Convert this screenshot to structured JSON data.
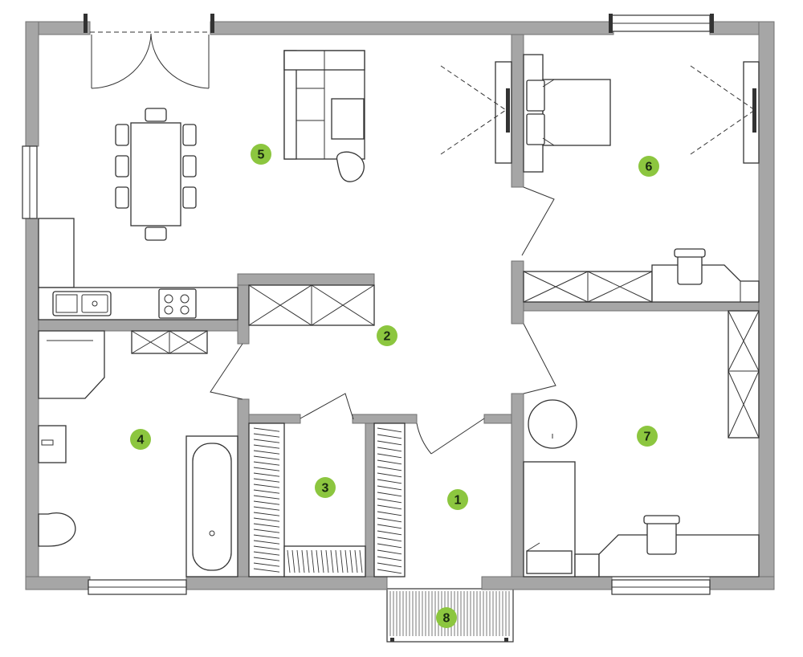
{
  "colors": {
    "wall": "#a6a6a6",
    "marker": "#8cc63f",
    "line": "#333333"
  },
  "rooms": [
    {
      "id": "1",
      "label": "1"
    },
    {
      "id": "2",
      "label": "2"
    },
    {
      "id": "3",
      "label": "3"
    },
    {
      "id": "4",
      "label": "4"
    },
    {
      "id": "5",
      "label": "5"
    },
    {
      "id": "6",
      "label": "6"
    },
    {
      "id": "7",
      "label": "7"
    },
    {
      "id": "8",
      "label": "8"
    }
  ]
}
